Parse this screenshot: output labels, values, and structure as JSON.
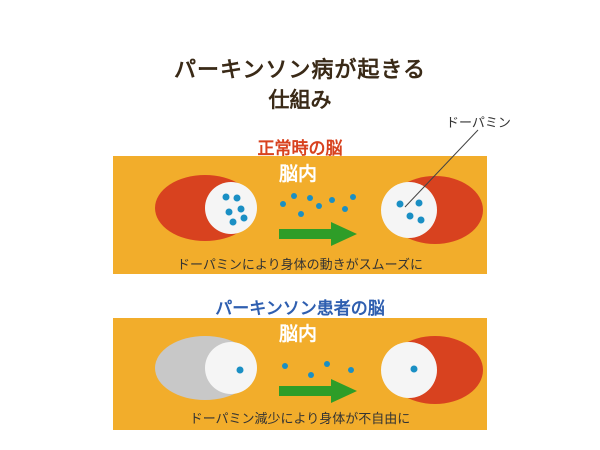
{
  "title": {
    "line1": "パーキンソン病が起きる",
    "line2": "仕組み"
  },
  "panels": {
    "normal": {
      "label": "正常時の脳",
      "inner_label": "脳内",
      "caption": "ドーパミンにより身体の動きがスムーズに"
    },
    "parkinsons": {
      "label": "パーキンソン患者の脳",
      "inner_label": "脳内",
      "caption": "ドーパミン減少により身体が不自由に"
    }
  },
  "annotation": "ドーパミン",
  "colors": {
    "panel_bg": "#f2ad2b",
    "red_neuron": "#d8421f",
    "gray_neuron": "#c8c8c8",
    "dopamine": "#1a8fc4",
    "arrow": "#2e9d28",
    "title": "#3a2a17",
    "normal_label": "#d8421f",
    "pd_label": "#2f5fb0"
  }
}
